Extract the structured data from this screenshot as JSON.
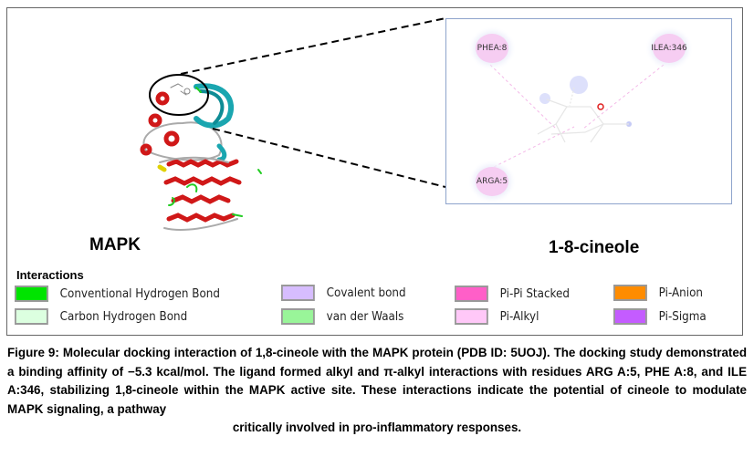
{
  "figure": {
    "protein_label": "MAPK",
    "ligand_label": "1-8-cineole",
    "residues": [
      {
        "name": "PHE",
        "chain_pos": "A:8"
      },
      {
        "name": "ILE",
        "chain_pos": "A:346"
      },
      {
        "name": "ARG",
        "chain_pos": "A:5"
      }
    ],
    "atom_label": "O"
  },
  "legend": {
    "title": "Interactions",
    "items": [
      {
        "label": "Conventional Hydrogen Bond",
        "color": "#00e400"
      },
      {
        "label": "Carbon Hydrogen Bond",
        "color": "#dcffe0"
      },
      {
        "label": "Covalent bond",
        "color": "#d7bdff"
      },
      {
        "label": "van der Waals",
        "color": "#99f599"
      },
      {
        "label": "Pi-Pi Stacked",
        "color": "#ff5fc8"
      },
      {
        "label": "Pi-Alkyl",
        "color": "#ffc8f8"
      },
      {
        "label": "Pi-Anion",
        "color": "#ff8c00"
      },
      {
        "label": "Pi-Sigma",
        "color": "#c45cff"
      }
    ]
  },
  "caption": {
    "body": "Figure 9: Molecular docking interaction of 1,8-cineole with the MAPK protein (PDB ID: 5UOJ). The docking study demonstrated a binding affinity of −5.3 kcal/mol. The ligand formed alkyl and π-alkyl interactions with residues ARG A:5, PHE A:8, and ILE A:346, stabilizing 1,8-cineole within the MAPK active site. These interactions indicate the potential of cineole to modulate MAPK signaling, a pathway",
    "last_line": "critically involved in pro-inflammatory responses."
  }
}
